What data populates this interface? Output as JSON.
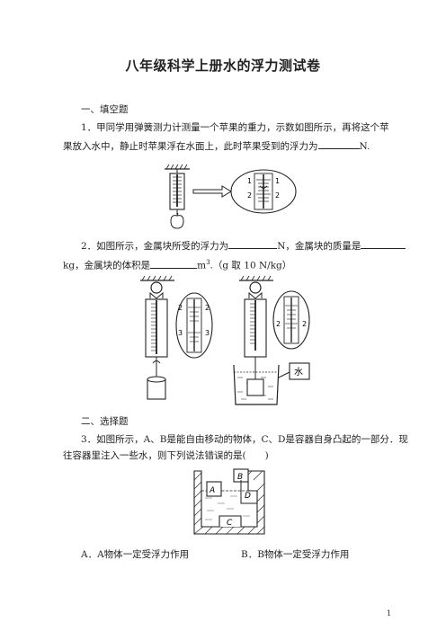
{
  "title": "八年级科学上册水的浮力测试卷",
  "section1": {
    "heading": "一、填空题",
    "q1": {
      "line1": "1．甲同学用弹簧测力计测量一个苹果的重力，示数如图所示，再将这个苹",
      "line2_a": "果放入水中，静止时苹果浮在水面上，此时苹果受到的浮力为",
      "line2_b": "N.",
      "fig_labels": [
        "1",
        "1",
        "2",
        "2"
      ]
    },
    "q2": {
      "line1_a": "2．如图所示，金属块所受的浮力为",
      "line1_b": "N，金属块的质量是",
      "line2_a": "kg，金属块的体积是",
      "line2_b": "m",
      "line2_sup": "3",
      "line2_c": ".（g 取 10 N/kg）",
      "fig_left_labels": [
        "2",
        "2",
        "3",
        "3"
      ],
      "fig_right_labels": [
        "2",
        "2"
      ],
      "water_label": "水"
    }
  },
  "section2": {
    "heading": "二、选择题",
    "q3": {
      "line1": "3．如图所示，A、B是能自由移动的物体，C、D是容器自身凸起的一部分．现",
      "line2": "往容器里注入一些水，则下列说法错误的是(　　)",
      "fig_labels": {
        "A": "A",
        "B": "B",
        "C": "C",
        "D": "D"
      },
      "option_a": "A．A物体一定受浮力作用",
      "option_b": "B．B物体一定受浮力作用"
    }
  },
  "page_number": "1"
}
